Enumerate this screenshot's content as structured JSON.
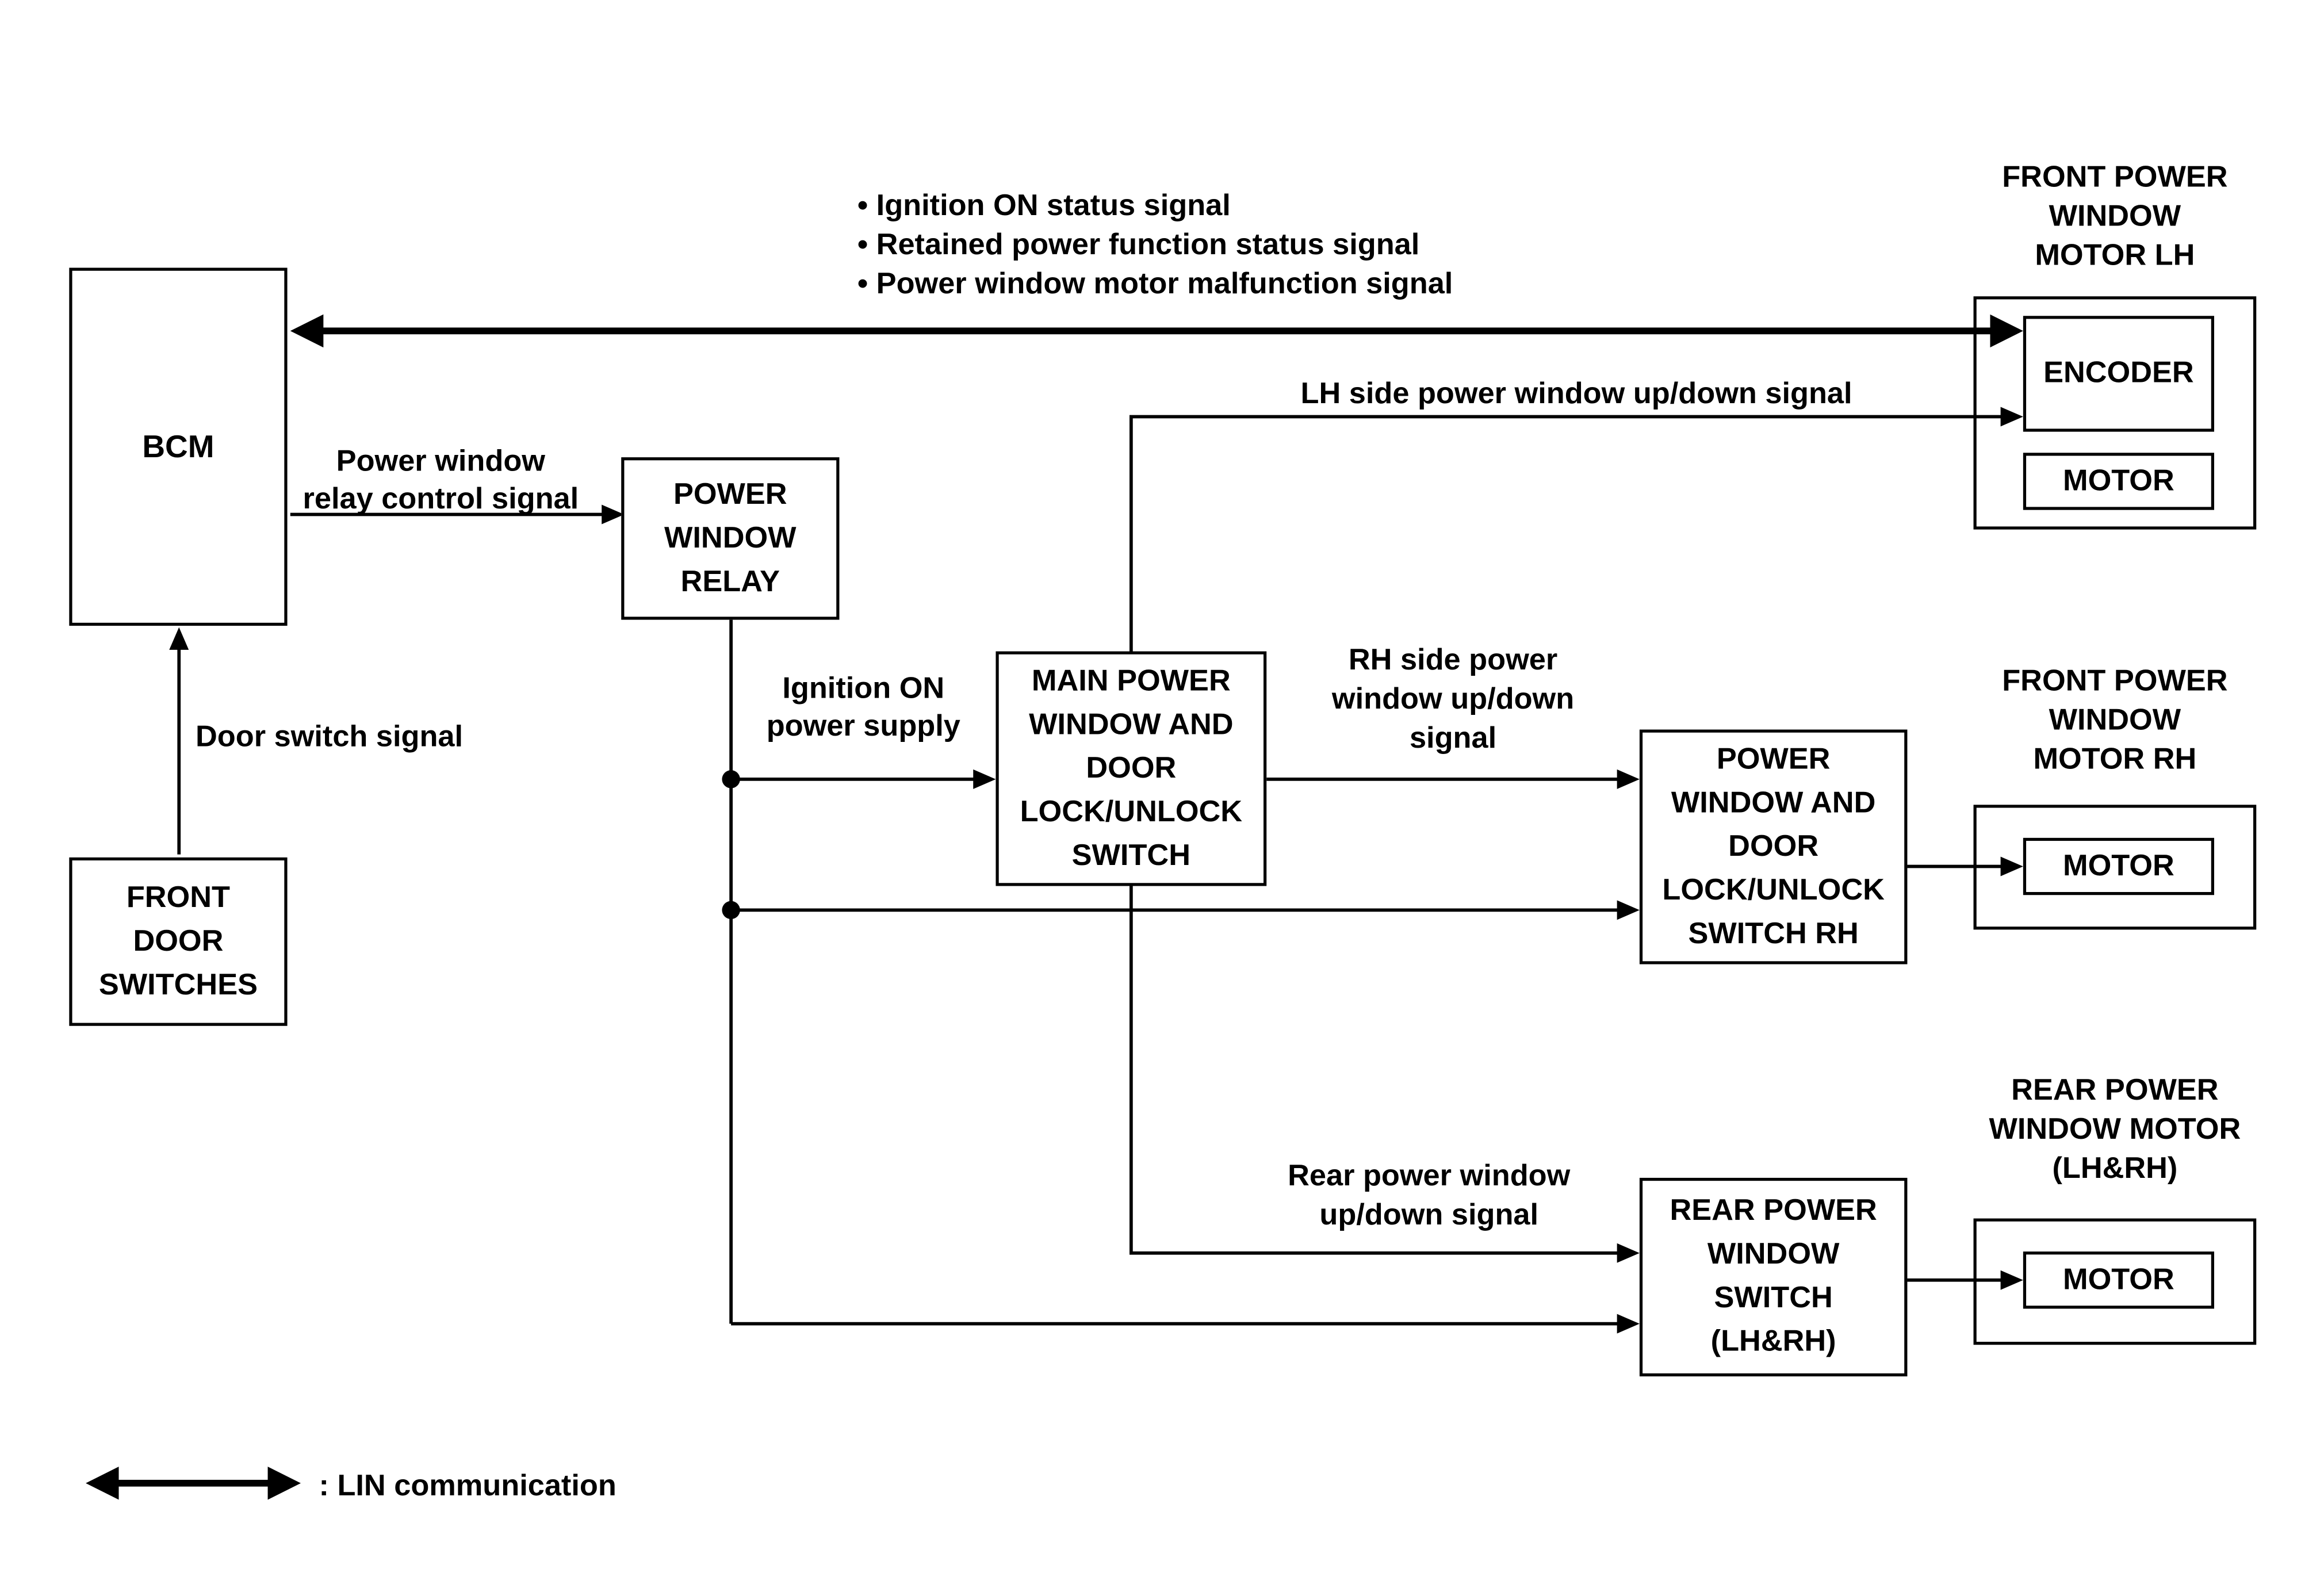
{
  "page": {
    "background_color": "#ffffff",
    "line_color": "#000000",
    "text_color": "#000000"
  },
  "boxes": {
    "bcm": {
      "label": "BCM"
    },
    "front_door_switches": {
      "lines": [
        "FRONT",
        "DOOR",
        "SWITCHES"
      ]
    },
    "power_window_relay": {
      "lines": [
        "POWER",
        "WINDOW",
        "RELAY"
      ]
    },
    "main_switch": {
      "lines": [
        "MAIN POWER",
        "WINDOW AND",
        "DOOR",
        "LOCK/UNLOCK",
        "SWITCH"
      ]
    },
    "rh_switch": {
      "lines": [
        "POWER",
        "WINDOW AND",
        "DOOR",
        "LOCK/UNLOCK",
        "SWITCH RH"
      ]
    },
    "rear_switch": {
      "lines": [
        "REAR POWER",
        "WINDOW",
        "SWITCH",
        "(LH&RH)"
      ]
    },
    "encoder": {
      "label": "ENCODER"
    },
    "front_motor_lh_inner": {
      "label": "MOTOR"
    },
    "front_motor_rh_inner": {
      "label": "MOTOR"
    },
    "rear_motor_inner": {
      "label": "MOTOR"
    }
  },
  "unit_titles": {
    "front_motor_lh": [
      "FRONT POWER",
      "WINDOW",
      "MOTOR LH"
    ],
    "front_motor_rh": [
      "FRONT POWER",
      "WINDOW",
      "MOTOR RH"
    ],
    "rear_motor": [
      "REAR POWER",
      "WINDOW MOTOR",
      "(LH&RH)"
    ]
  },
  "signals": {
    "lin_bullets": [
      "• Ignition ON status signal",
      "• Retained power function status signal",
      "• Power window motor malfunction signal"
    ],
    "lh_updown": "LH side power window up/down signal",
    "relay_control": [
      "Power window",
      "relay control signal"
    ],
    "door_switch": "Door switch signal",
    "ignition_power": [
      "Ignition ON",
      "power supply"
    ],
    "rh_updown": [
      "RH side power",
      "window up/down",
      "signal"
    ],
    "rear_updown": [
      "Rear power window",
      "up/down signal"
    ]
  },
  "legend": {
    "lin_label": ": LIN communication"
  }
}
